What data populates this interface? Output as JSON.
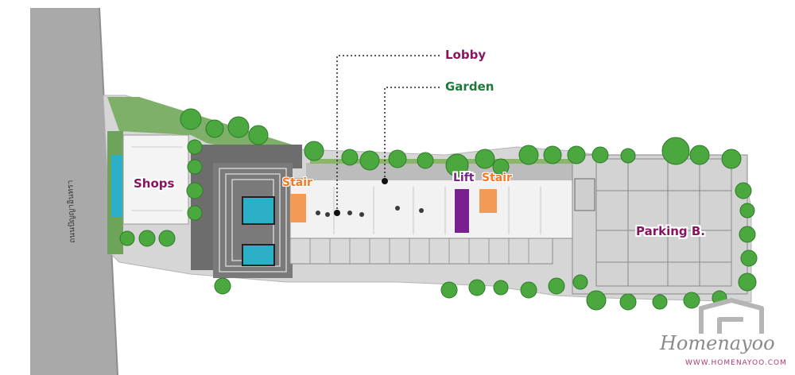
{
  "labels": {
    "lobby": "Lobby",
    "garden": "Garden",
    "shops": "Shops",
    "stair_left": "Stair",
    "lift": "Lift",
    "stair_right": "Stair",
    "parking": "Parking B."
  },
  "road_name": "ถนนปัญญาอินทรา",
  "watermark": {
    "brand": "Homenayoo",
    "url": "WWW.HOMENAYOO.COM"
  },
  "colors": {
    "label_magenta": "#8a1460",
    "label_green": "#1f7a3a",
    "stair_orange": "#f07a28",
    "lift_purple": "#7a1f8f",
    "road_grey": "#a9a9a9",
    "tree_green": "#3f9a3a",
    "pool_blue": "#2bb0c8"
  }
}
